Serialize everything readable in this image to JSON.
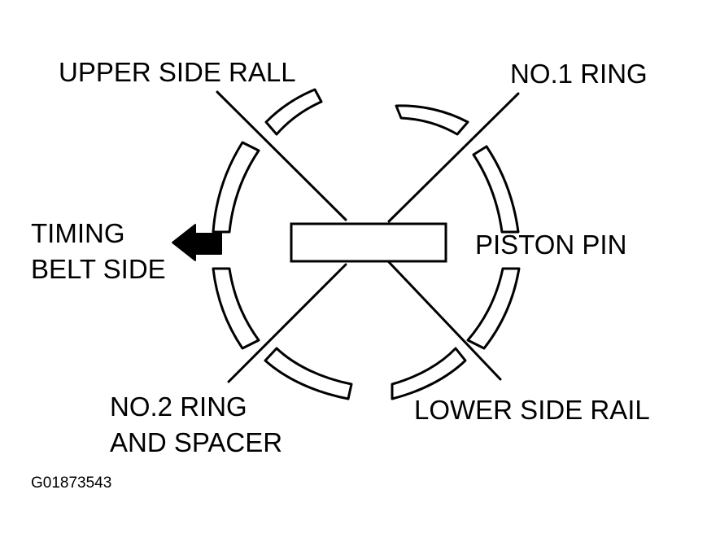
{
  "labels": {
    "upper_side_rail": "UPPER SIDE RALL",
    "no1_ring": "NO.1 RING",
    "timing_belt_side_line1": "TIMING",
    "timing_belt_side_line2": "BELT SIDE",
    "piston_pin": "PISTON PIN",
    "no2_ring_line1": "NO.2 RING",
    "no2_ring_line2": "AND SPACER",
    "lower_side_rail": "LOWER SIDE RAIL"
  },
  "figure_code": "G01873543",
  "colors": {
    "ink": "#000000",
    "background": "#ffffff"
  },
  "icons": {
    "direction_arrow": "arrow-left-icon"
  }
}
